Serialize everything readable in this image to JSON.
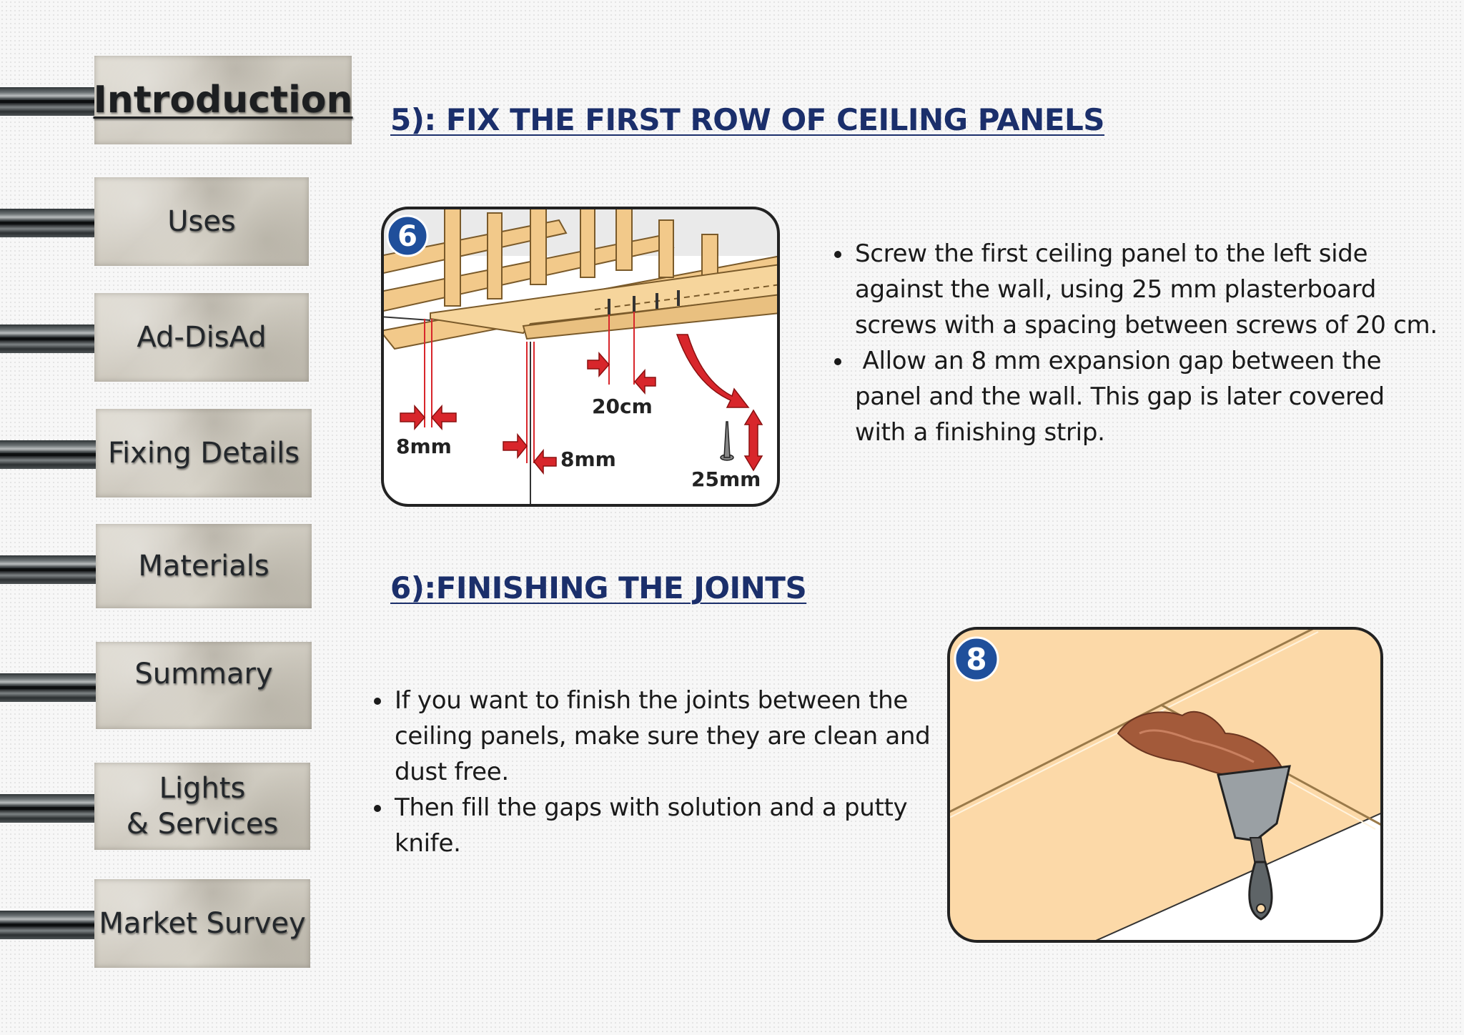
{
  "sidebar": {
    "items": [
      {
        "label": "Introduction",
        "active": true
      },
      {
        "label": "Uses"
      },
      {
        "label": "Ad-DisAd"
      },
      {
        "label": "Fixing Details"
      },
      {
        "label": "Materials"
      },
      {
        "label": "Summary"
      },
      {
        "label": "Lights\n& Services"
      },
      {
        "label": "Market Survey"
      }
    ]
  },
  "section5": {
    "heading": "5): FIX THE FIRST ROW OF CEILING PANELS",
    "bullets": [
      "Screw the first ceiling panel to the left side against the wall, using 25 mm plasterboard screws with a spacing between screws of 20 cm.",
      " Allow an 8 mm expansion gap between the panel and the wall. This gap is later covered with a finishing strip."
    ],
    "figure": {
      "step_number": "6",
      "labels": {
        "gap_left": "8mm",
        "gap_mid": "8mm",
        "spacing": "20cm",
        "screw": "25mm"
      }
    }
  },
  "section6": {
    "heading": "6):FINISHING THE JOINTS",
    "bullets": [
      "If you want to finish the joints between the ceiling panels, make sure they are clean and dust free.",
      "Then fill the gaps with solution and a putty knife."
    ],
    "figure": {
      "step_number": "8"
    }
  },
  "colors": {
    "heading": "#1b2f6b",
    "badge": "#1f4f9b",
    "wood": "#f2c98a",
    "arrow": "#d8262b",
    "panel_bg": "#fcd9a8"
  }
}
